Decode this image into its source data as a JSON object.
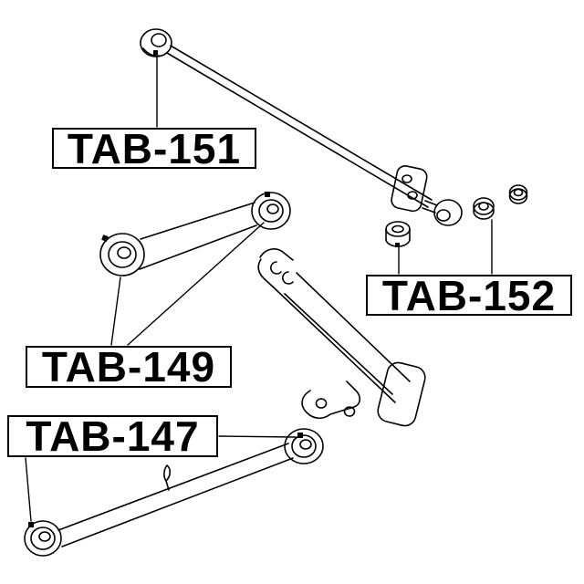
{
  "diagram": {
    "background_color": "#ffffff",
    "line_color": "#000000",
    "labels": [
      {
        "id": "tab-151",
        "text": "TAB-151"
      },
      {
        "id": "tab-152",
        "text": "TAB-152"
      },
      {
        "id": "tab-149",
        "text": "TAB-149"
      },
      {
        "id": "tab-147",
        "text": "TAB-147"
      }
    ]
  }
}
